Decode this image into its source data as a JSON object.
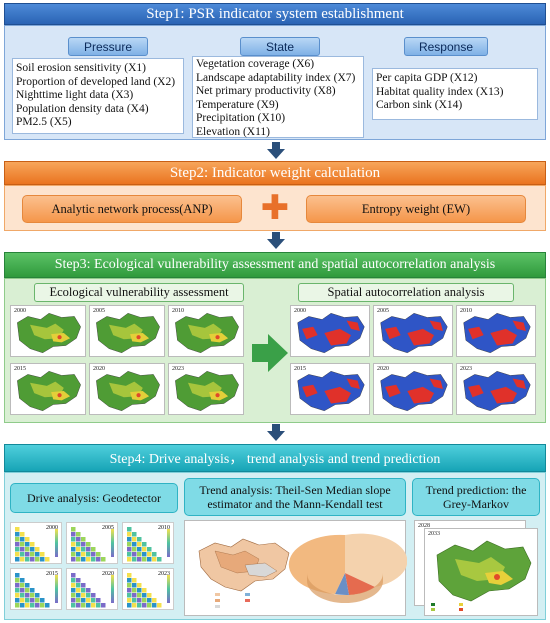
{
  "colors": {
    "step1_header": "#2f6fc4",
    "step2_header": "#f0852c",
    "step3_header": "#3fae49",
    "step4_header": "#1fb5c6",
    "blue_bg": "#d7e6f7",
    "orange_bg": "#fde4cf",
    "green_bg": "#d9efd3",
    "cyan_bg": "#d3eff3",
    "arrow": "#2b4f7a"
  },
  "step1": {
    "title": "Step1: PSR indicator system establishment",
    "pressure": {
      "label": "Pressure",
      "items": [
        "Soil erosion sensitivity (X1)",
        "Proportion of developed land (X2)",
        "Nighttime light data (X3)",
        "Population density data (X4)",
        "PM2.5 (X5)"
      ]
    },
    "state": {
      "label": "State",
      "items": [
        "Vegetation coverage (X6)",
        "Landscape adaptability index (X7)",
        "Net primary productivity (X8)",
        "Temperature (X9)",
        "Precipitation (X10)",
        "Elevation (X11)"
      ]
    },
    "response": {
      "label": "Response",
      "items": [
        "Per capita GDP (X12)",
        "Habitat quality index (X13)",
        "Carbon sink (X14)"
      ]
    }
  },
  "step2": {
    "title": "Step2: Indicator weight calculation",
    "anp": "Analytic network  process(ANP)",
    "plus": "✚",
    "ew": "Entropy weight (EW)"
  },
  "step3": {
    "title": "Step3: Ecological vulnerability assessment and spatial autocorrelation analysis",
    "eva_label": "Ecological vulnerability assessment",
    "saa_label": "Spatial autocorrelation analysis",
    "years": [
      "2000",
      "2005",
      "2010",
      "2015",
      "2020",
      "2023"
    ]
  },
  "step4": {
    "title": "Step4: Drive analysis， trend analysis and  trend prediction",
    "drive_label": "Drive analysis: Geodetector",
    "trend_label": "Trend analysis: Theil-Sen Median slope estimator and the Mann-Kendall test",
    "pred_label": "Trend prediction: the Grey-Markov",
    "heat_years": [
      "2000",
      "2005",
      "2010",
      "2015",
      "2020",
      "2023"
    ],
    "pred_years": [
      "2028",
      "2033"
    ]
  }
}
